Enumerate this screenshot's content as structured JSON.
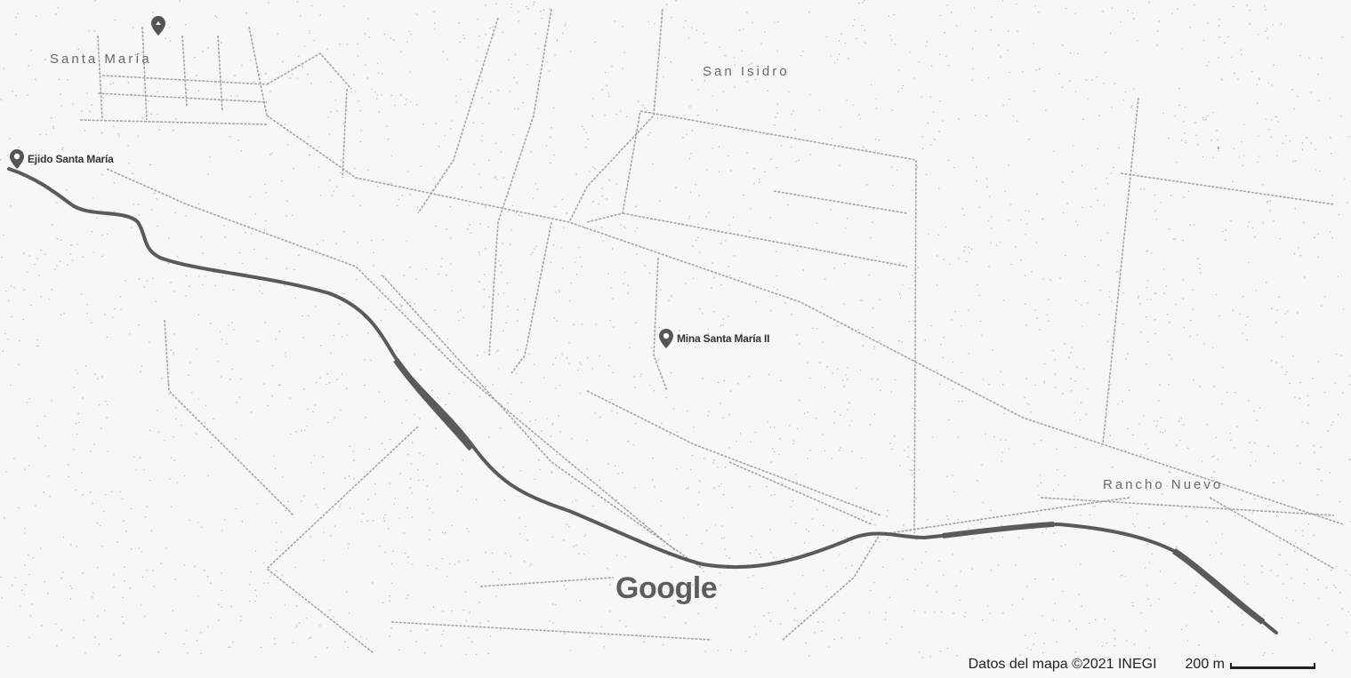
{
  "map": {
    "place_labels": {
      "santa_maria": "Santa María",
      "san_isidro": "San Isidro",
      "rancho_nuevo": "Rancho Nuevo"
    },
    "pois": {
      "ejido": "Ejido Santa María",
      "mina": "Mina Santa María II"
    },
    "logo": "Google",
    "attribution": "Datos del mapa ©2021 INEGI",
    "scale_label": "200 m",
    "colors": {
      "river": "#5a5a5a",
      "road": "#9a9a9a",
      "pin": "#555555"
    }
  }
}
